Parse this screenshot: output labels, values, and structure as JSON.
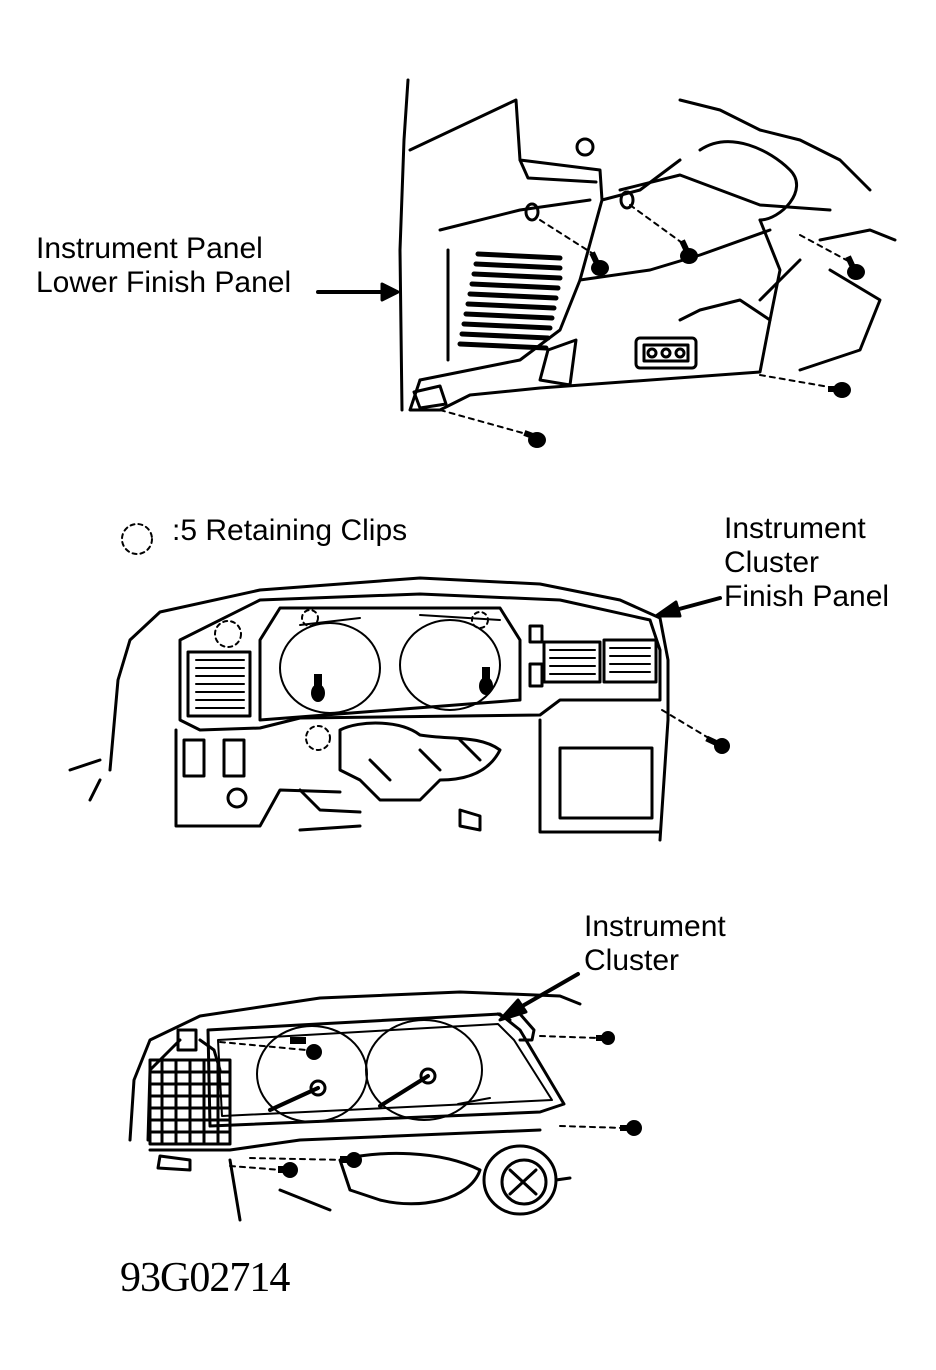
{
  "labels": {
    "lower_finish_panel": [
      "Instrument Panel",
      "Lower Finish Panel"
    ],
    "retaining_clips": ":5 Retaining Clips",
    "cluster_finish_panel": [
      "Instrument",
      "Cluster",
      "Finish Panel"
    ],
    "instrument_cluster": [
      "Instrument",
      "Cluster"
    ]
  },
  "figure_id": "93G02714",
  "icons": {
    "clip_legend": "dashed-circle-icon",
    "screw": "screw-icon"
  }
}
